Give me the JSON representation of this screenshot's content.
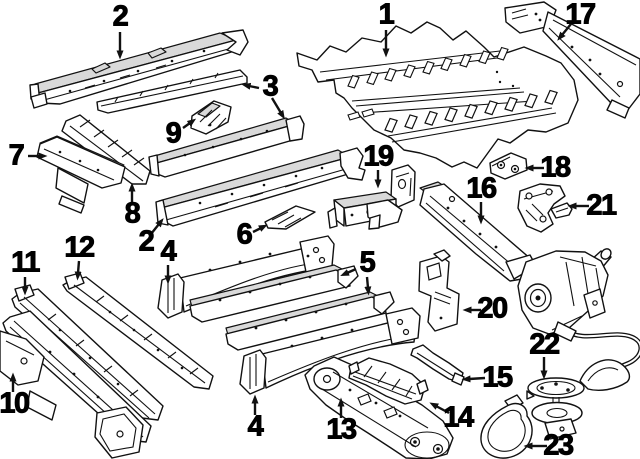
{
  "diagram": {
    "type": "exploded-parts-diagram",
    "colors": {
      "background": "#ffffff",
      "line": "#111111",
      "label": "#000000",
      "shading": "#d9d9d9"
    },
    "callouts": [
      {
        "label": "1"
      },
      {
        "label": "2"
      },
      {
        "label": "2"
      },
      {
        "label": "3"
      },
      {
        "label": "4"
      },
      {
        "label": "4"
      },
      {
        "label": "5"
      },
      {
        "label": "6"
      },
      {
        "label": "7"
      },
      {
        "label": "8"
      },
      {
        "label": "9"
      },
      {
        "label": "10"
      },
      {
        "label": "11"
      },
      {
        "label": "12"
      },
      {
        "label": "13"
      },
      {
        "label": "14"
      },
      {
        "label": "15"
      },
      {
        "label": "16"
      },
      {
        "label": "17"
      },
      {
        "label": "18"
      },
      {
        "label": "19"
      },
      {
        "label": "20"
      },
      {
        "label": "21"
      },
      {
        "label": "22"
      },
      {
        "label": "23"
      }
    ]
  }
}
